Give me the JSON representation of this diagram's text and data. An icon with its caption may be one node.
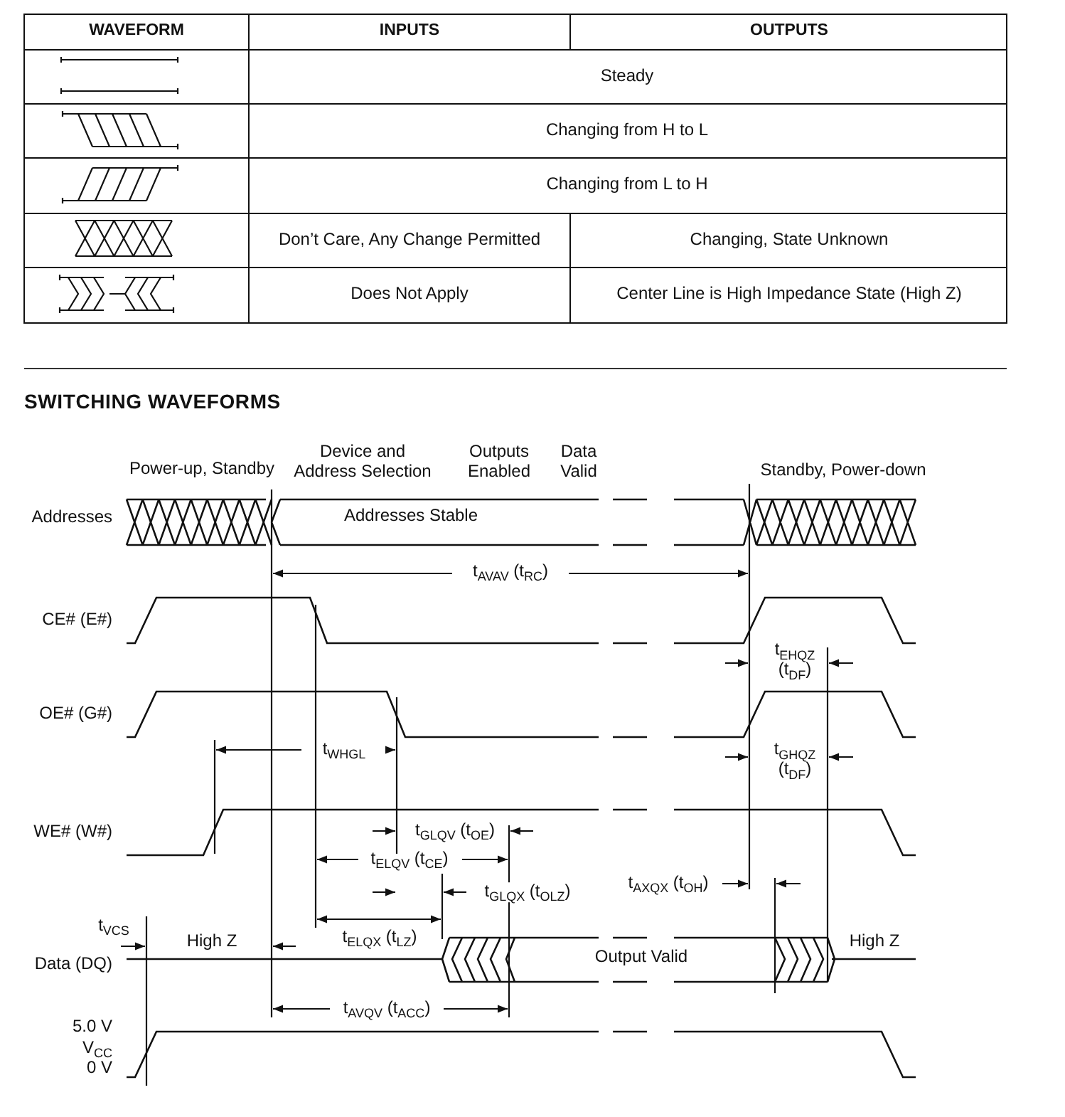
{
  "diagram": {
    "title": "SWITCHING WAVEFORMS",
    "labels": [
      "WAVEFORM",
      "INPUTS",
      "OUTPUTS",
      "Steady",
      "Changing from H to L",
      "Changing from L to H",
      "Don’t Care, Any Change Permitted",
      "Changing, State Unknown",
      "Does Not Apply",
      "Center Line is High Impedance State (High Z)",
      "Power-up, Standby",
      "Device and Address Selection",
      "Outputs Enabled",
      "Data Valid",
      "Standby, Power-down",
      "Addresses",
      "Addresses Stable",
      "t$_{AVAV}$ (t$_{RC}$)",
      "CE# (E#)",
      "t$_{EHQZ}$ (t$_{DF}$)",
      "OE# (G#)",
      "t$_{WHGL}$",
      "t$_{GHQZ}$ (t$_{DF}$)",
      "WE# (W#)",
      "t$_{GLQV}$ (t$_{OE}$)",
      "t$_{ELQV}$ (t$_{CE}$)",
      "t$_{GLQX}$ (t$_{OLZ}$)",
      "t$_{AXQX}$ (t$_{OH}$)",
      "t$_{VCS}$",
      "High Z",
      "t$_{ELQX}$ (t$_{LZ}$)",
      "Data (DQ)",
      "Output Valid",
      "High Z",
      "t$_{AVQV}$ (t$_{ACC}$)",
      "5.0 V",
      "V$_{CC}$",
      "0 V"
    ]
  }
}
